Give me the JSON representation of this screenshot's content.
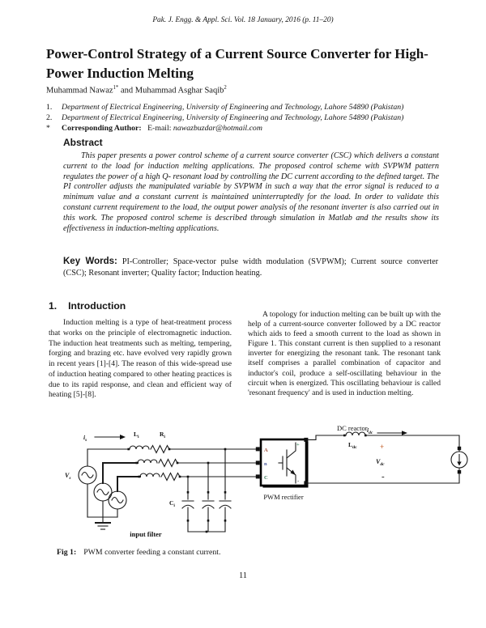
{
  "page": {
    "journal_header": "Pak. J. Engg. & Appl. Sci. Vol. 18 January, 2016 (p. 11–20)",
    "title": "Power-Control Strategy of a Current Source Converter for High-Power Induction Melting",
    "page_number": "11"
  },
  "authors": {
    "name1": "Muhammad Nawaz",
    "sup1": "1*",
    "connector": " and ",
    "name2": "Muhammad Asghar Saqib",
    "sup2": "2"
  },
  "affiliations": {
    "items": [
      {
        "marker": "1.",
        "text": "Department of Electrical Engineering, University of Engineering and Technology, Lahore 54890 (Pakistan)"
      },
      {
        "marker": "2.",
        "text": "Department of Electrical Engineering, University of Engineering and Technology, Lahore 54890 (Pakistan)"
      }
    ],
    "corresponding": {
      "marker": "*",
      "label": "Corresponding Author:",
      "email_label": "E-mail:",
      "email": "nawazbuzdar@hotmail.com"
    }
  },
  "abstract": {
    "heading": "Abstract",
    "body": "This paper presents a power control scheme of a current source converter (CSC) which delivers a constant current to the load for induction melting applications. The proposed control scheme with SVPWM pattern regulates the power of a high Q- resonant load by controlling the DC current according to the defined target. The PI controller adjusts the manipulated variable by SVPWM in such a way that the error signal is reduced to a minimum value and a constant current is maintained uninterruptedly for the load.  In order to validate this constant current requirement to the load, the output power analysis of the resonant inverter is also carried out in this work. The proposed control scheme is described through simulation in Matlab and the results show its effectiveness in induction-melting applications."
  },
  "keywords": {
    "label": "Key Words:",
    "text": "PI-Controller; Space-vector pulse width modulation (SVPWM); Current source converter (CSC); Resonant inverter; Quality factor; Induction heating."
  },
  "introduction": {
    "number": "1.",
    "heading": "Introduction",
    "left_paragraph": "Induction melting is a type of heat-treatment process that works on the principle of electromagnetic induction. The induction heat treatments such as melting, tempering, forging and brazing etc. have evolved very rapidly grown in recent years [1]-[4]. The reason of this wide-spread use of induction heating compared to other heating practices is due to its rapid response, and clean and efficient way of heating [5]-[8].",
    "right_paragraph": "A topology for induction melting can be built up with the help of a current-source converter followed by a DC reactor which aids to feed a smooth current to the load as shown in Figure 1. This constant current is then supplied to a resonant inverter for energizing the resonant tank. The resonant tank itself comprises a parallel combination of capacitor and inductor's coil, produce a self-oscillating behaviour in the circuit when is energized. This oscillating behaviour is called 'resonant frequency' and is used in induction melting."
  },
  "figure": {
    "caption_label": "Fig 1:",
    "caption_text": "PWM converter feeding a constant current.",
    "labels": {
      "i_s_base": "i",
      "i_s_sub": "s",
      "L_i_base": "L",
      "L_i_sub": "i",
      "R_i_base": "R",
      "R_i_sub": "i",
      "V_s_base": "V",
      "V_s_sub": "s",
      "C_i_base": "C",
      "C_i_sub": "i",
      "input_filter": "input filter",
      "pwm_rectifier": "PWM rectifier",
      "dc_reactor": "DC reactor",
      "i_dc_base": "i",
      "i_dc_sub": "dc",
      "L_dc_base": "L",
      "L_dc_sub": "dc",
      "V_dc_base": "V",
      "V_dc_sub": "dc",
      "plus": "+",
      "minus": "-",
      "block_plus": "+",
      "block_minus": "-",
      "terminal_a": "A",
      "terminal_b": "n",
      "terminal_c": "C"
    },
    "colors": {
      "plus_sign": "#c4622d",
      "terminal_a": "#9c4a38",
      "terminal_b": "#4a5a9c",
      "terminal_c": "#3a7a5a",
      "wire": "#1a1a1a"
    }
  }
}
